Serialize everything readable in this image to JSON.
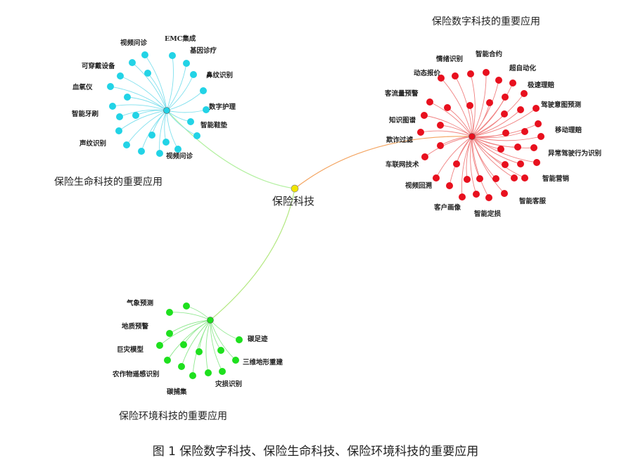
{
  "center": {
    "label": "保险科技",
    "color": "#f2e600"
  },
  "clusters": [
    {
      "id": "digital",
      "title": "保险数字科技的重要应用",
      "color": "#e8101e",
      "edge_color": "#f08080",
      "link_color": "#f4a460",
      "labels": [
        "情绪识别",
        "智能合约",
        "超自动化",
        "动态报价",
        "极速理赔",
        "客流量预警",
        "驾驶意图预测",
        "知识图谱",
        "移动理赔",
        "欺诈过滤",
        "异常驾驶行为识别",
        "车联网技术",
        "智能营销",
        "视频回溯",
        "智能客服",
        "客户画像",
        "智能定损"
      ]
    },
    {
      "id": "life",
      "title": "保险生命科技的重要应用",
      "color": "#22d3e6",
      "edge_color": "#7fe0ee",
      "link_color": "#b3f0a0",
      "labels": [
        "视频问诊",
        "EMC集成",
        "基因诊疗",
        "可穿戴设备",
        "鼻纹识别",
        "血氧仪",
        "数字护理",
        "智能牙刷",
        "智能鞋垫",
        "声纹识别",
        "视频问诊"
      ]
    },
    {
      "id": "env",
      "title": "保险环境科技的重要应用",
      "color": "#1ee01e",
      "edge_color": "#90e890",
      "link_color": "#b3e880",
      "labels": [
        "气象预测",
        "地质预警",
        "碳足迹",
        "巨灾模型",
        "三维地形重建",
        "农作物遥感识别",
        "灾损识别",
        "碳捕集"
      ]
    }
  ],
  "caption": "图 1  保险数字科技、保险生命科技、保险环境科技的重要应用"
}
